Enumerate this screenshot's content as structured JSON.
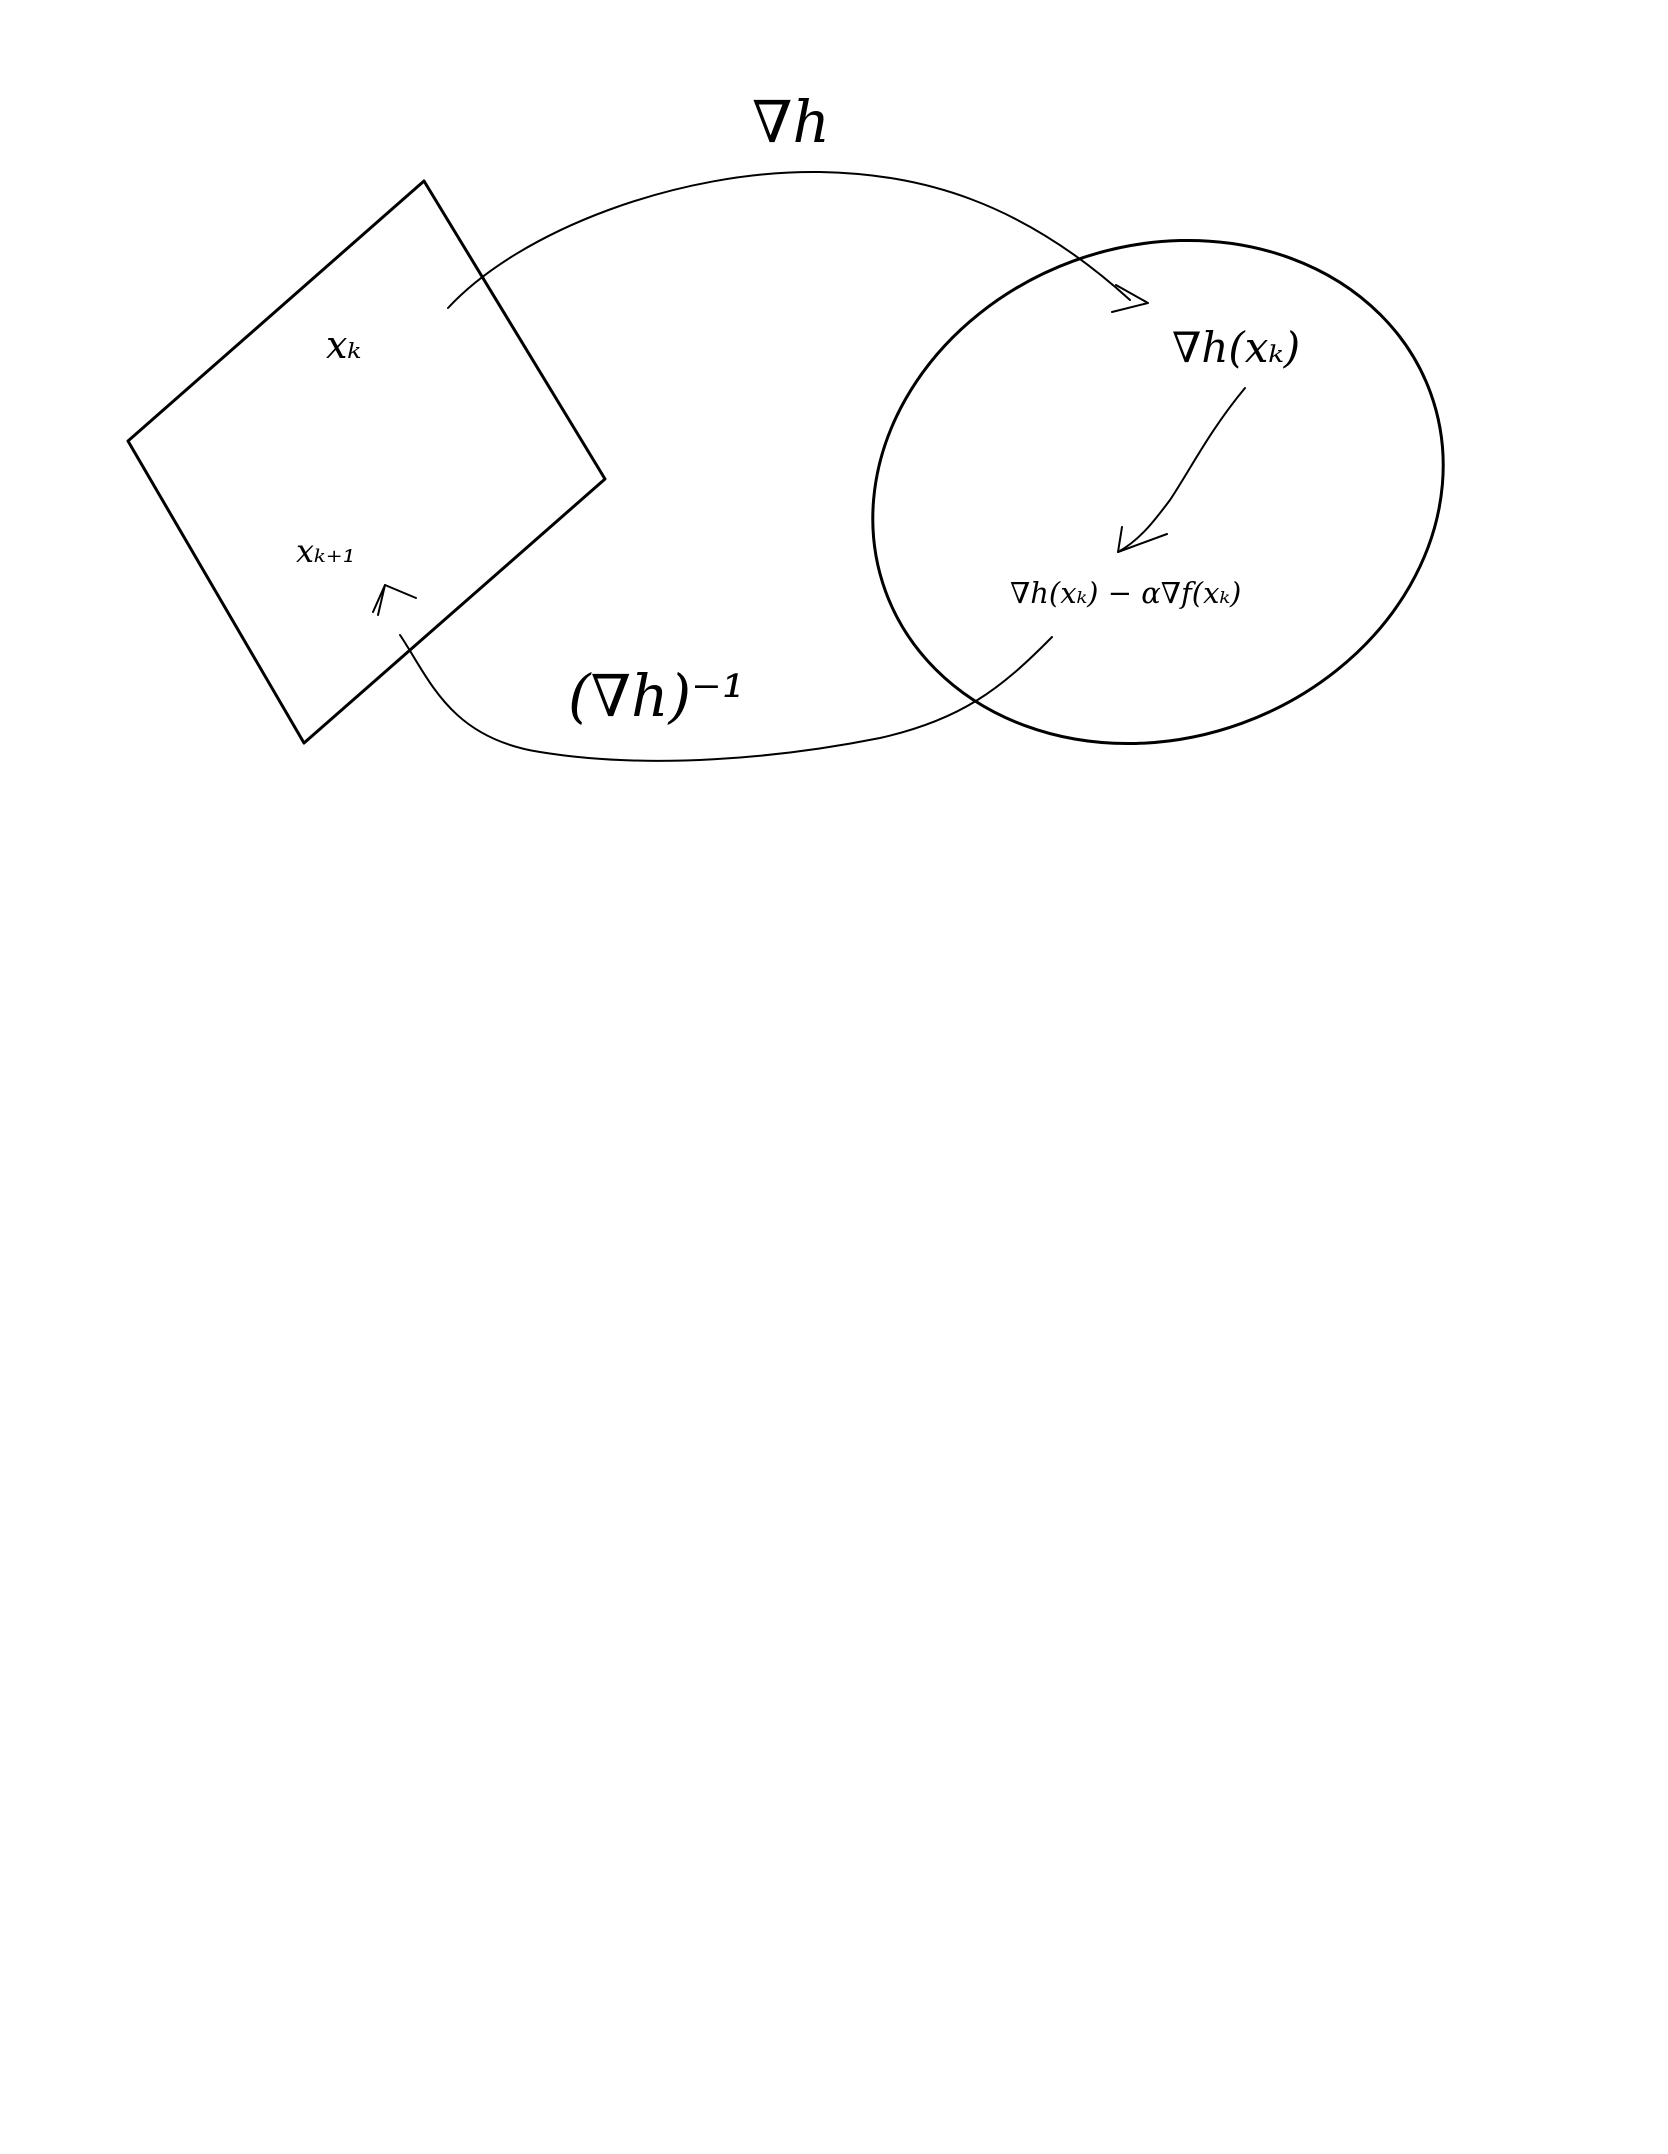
{
  "labels": {
    "grad_h": "∇h",
    "x_k": "xₖ",
    "x_k_plus_1": "xₖ₊₁",
    "grad_h_of_x": "∇h(xₖ)",
    "update_expr": "∇h(xₖ) − α∇f(xₖ)",
    "inverse_map": "(∇h)⁻¹"
  },
  "colors": {
    "ink": "#000000",
    "background": "#ffffff"
  }
}
